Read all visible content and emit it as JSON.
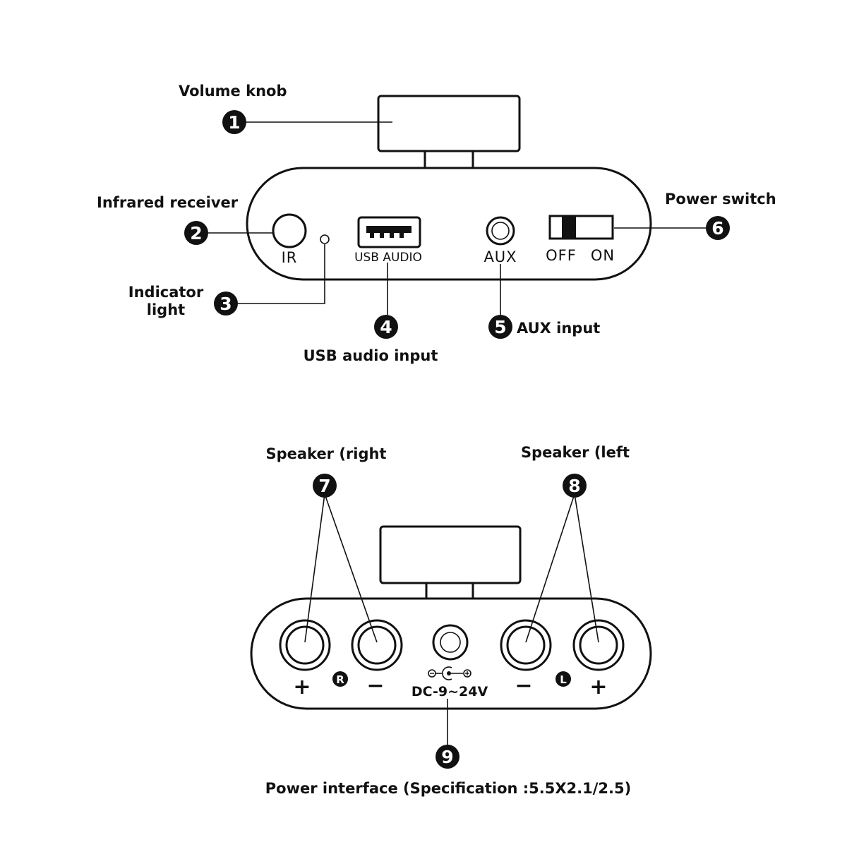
{
  "colors": {
    "ink": "#111111",
    "background": "#ffffff"
  },
  "front_panel": {
    "labels": {
      "volume_knob": "Volume knob",
      "infrared_receiver": "Infrared receiver",
      "indicator_light_line1": "Indicator",
      "indicator_light_line2": "light",
      "usb_audio_input": "USB audio input",
      "aux_input": "AUX input",
      "power_switch": "Power switch"
    },
    "panel_text": {
      "ir": "IR",
      "usb": "USB AUDIO",
      "aux": "AUX",
      "off": "OFF",
      "on": "ON"
    },
    "callouts": [
      "1",
      "2",
      "3",
      "4",
      "5",
      "6"
    ]
  },
  "back_panel": {
    "labels": {
      "speaker_right": "Speaker (right",
      "speaker_left": "Speaker (left",
      "power_interface": "Power interface (Specification :5.5X2.1/2.5)"
    },
    "panel_text": {
      "plus": "+",
      "minus": "−",
      "right_channel": "R",
      "left_channel": "L",
      "dc_spec": "DC-9~24V"
    },
    "callouts": [
      "7",
      "8",
      "9"
    ]
  }
}
